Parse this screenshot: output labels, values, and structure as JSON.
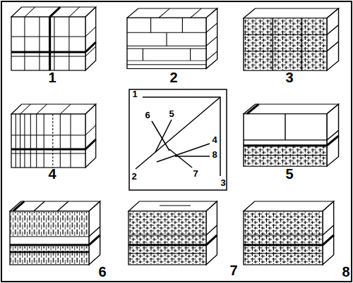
{
  "diagram": {
    "labels": [
      "1",
      "2",
      "3",
      "1",
      "6",
      "5",
      "4",
      "8",
      "2",
      "7",
      "3",
      "4",
      "5",
      "6",
      "7",
      "8"
    ]
  }
}
